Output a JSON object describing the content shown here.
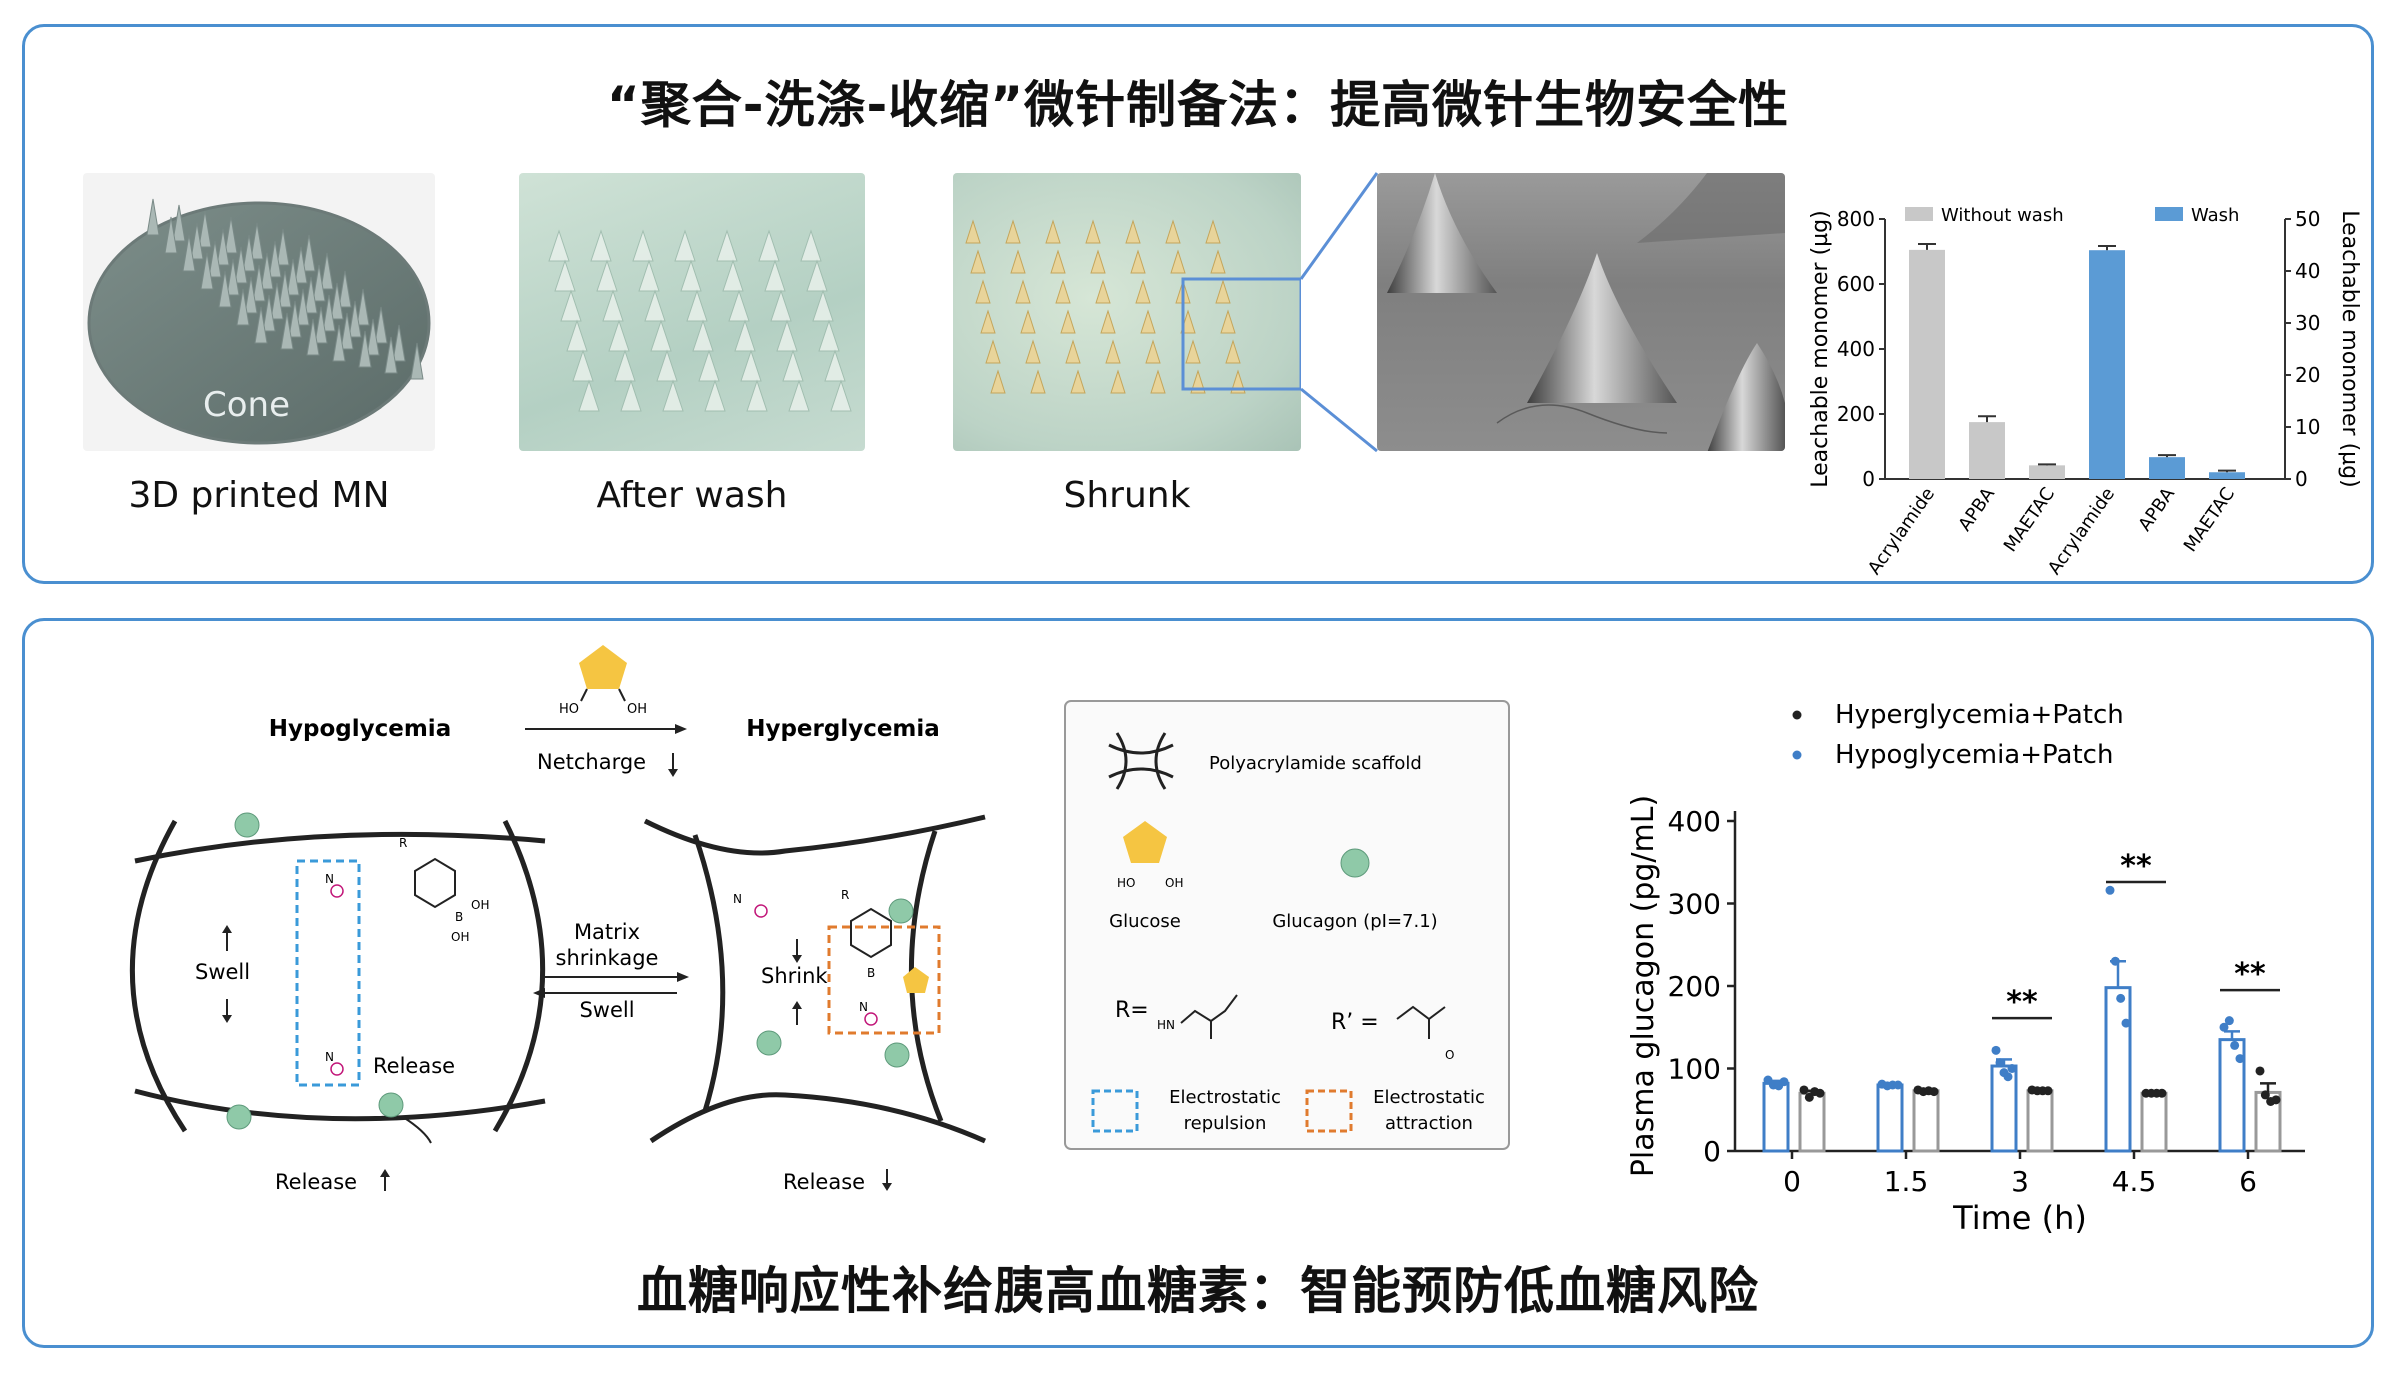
{
  "top_panel": {
    "title": "“聚合-洗涤-收缩”微针制备法：提高微针生物安全性",
    "images": [
      {
        "caption": "3D printed MN",
        "overlay": "Cone"
      },
      {
        "caption": "After wash"
      },
      {
        "caption": "Shrunk"
      },
      {
        "caption": ""
      }
    ]
  },
  "bottom_panel": {
    "title": "血糖响应性补给胰高血糖素：智能预防低血糖风险"
  },
  "diagram": {
    "hypoglycemia": "Hypoglycemia",
    "hyperglycemia": "Hyperglycemia",
    "netcharge": "Netcharge",
    "matrix_shrinkage": [
      "Matrix",
      "shrinkage"
    ],
    "swell_arrow": "Swell",
    "swell_left": "Swell",
    "shrink": "Shrink",
    "release_left_inner": "Release",
    "release_left_bottom": "Release",
    "release_right_bottom": "Release",
    "oh": "OH",
    "ho": "HO",
    "r": "R",
    "r_prime": "R'",
    "n_label": "N",
    "b_label": "B",
    "o_label": "O",
    "legend": {
      "scaffold": "Polyacrylamide scaffold",
      "glucose": "Glucose",
      "glucagon": "Glucagon (pI=7.1)",
      "r_eq": "R=",
      "r_prime_eq": "R’ =",
      "nh": "HN",
      "repulsion": [
        "Electrostatic",
        "repulsion"
      ],
      "attraction": [
        "Electrostatic",
        "attraction"
      ]
    }
  },
  "colors": {
    "border": "#4a8fd0",
    "gray_bar": "#c8c8c8",
    "blue_bar": "#5b9bd5",
    "glucagon": "#8fc9a8",
    "glucose": "#f5c542",
    "repulsion_box": "#3a9ad9",
    "attraction_box": "#e07b2e",
    "dot_blue": "#3f7ec7",
    "dot_black": "#222222"
  },
  "chart_data": [
    {
      "type": "bar",
      "ylabel_left": "Leachable monomer (µg)",
      "ylabel_right": "Leachable monomer (µg)",
      "ylim_left": [
        0,
        800
      ],
      "ylim_right": [
        0,
        50
      ],
      "yticks_left": [
        "0",
        "200",
        "400",
        "600",
        "800"
      ],
      "yticks_right": [
        "0",
        "10",
        "20",
        "30",
        "40",
        "50"
      ],
      "legend": "top",
      "series": [
        {
          "name": "Without wash",
          "axis": "left",
          "color": "#c8c8c8",
          "categories": [
            "Acrylamide",
            "APBA",
            "MAETAC"
          ],
          "values": [
            705,
            175,
            42
          ],
          "errors": [
            18,
            18,
            3
          ]
        },
        {
          "name": "Wash",
          "axis": "right",
          "color": "#5b9bd5",
          "categories": [
            "Acrylamide",
            "APBA",
            "MAETAC"
          ],
          "values": [
            44,
            4.2,
            1.3
          ],
          "errors": [
            0.8,
            0.4,
            0.3
          ]
        }
      ]
    },
    {
      "type": "bar",
      "xlabel": "Time (h)",
      "ylabel": "Plasma glucagon (pg/mL)",
      "ylim": [
        0,
        400
      ],
      "yticks": [
        "0",
        "100",
        "200",
        "300",
        "400"
      ],
      "categories": [
        "0",
        "1.5",
        "3",
        "4.5",
        "6"
      ],
      "legend": "top-right",
      "series": [
        {
          "name": "Hypoglycemia+Patch",
          "color": "#3f7ec7",
          "values": [
            82,
            80,
            103,
            198,
            135
          ],
          "errors": [
            3,
            2,
            8,
            32,
            10
          ],
          "points": [
            [
              86,
              80,
              79,
              84
            ],
            [
              81,
              79,
              80,
              80
            ],
            [
              122,
              107,
              95,
              90,
              100
            ],
            [
              316,
              230,
              185,
              155
            ],
            [
              150,
              158,
              128,
              112
            ]
          ]
        },
        {
          "name": "Hyperglycemia+Patch",
          "color": "#222222",
          "values": [
            70,
            73,
            73,
            70,
            71
          ],
          "errors": [
            3,
            2,
            1,
            1,
            11
          ],
          "points": [
            [
              74,
              65,
              72,
              70
            ],
            [
              74,
              72,
              73,
              72
            ],
            [
              74,
              73,
              73,
              73
            ],
            [
              70,
              70,
              70,
              70
            ],
            [
              97,
              68,
              60,
              62
            ]
          ]
        }
      ],
      "annotations": [
        {
          "category": "3",
          "text": "**"
        },
        {
          "category": "4.5",
          "text": "**"
        },
        {
          "category": "6",
          "text": "**"
        }
      ]
    }
  ]
}
